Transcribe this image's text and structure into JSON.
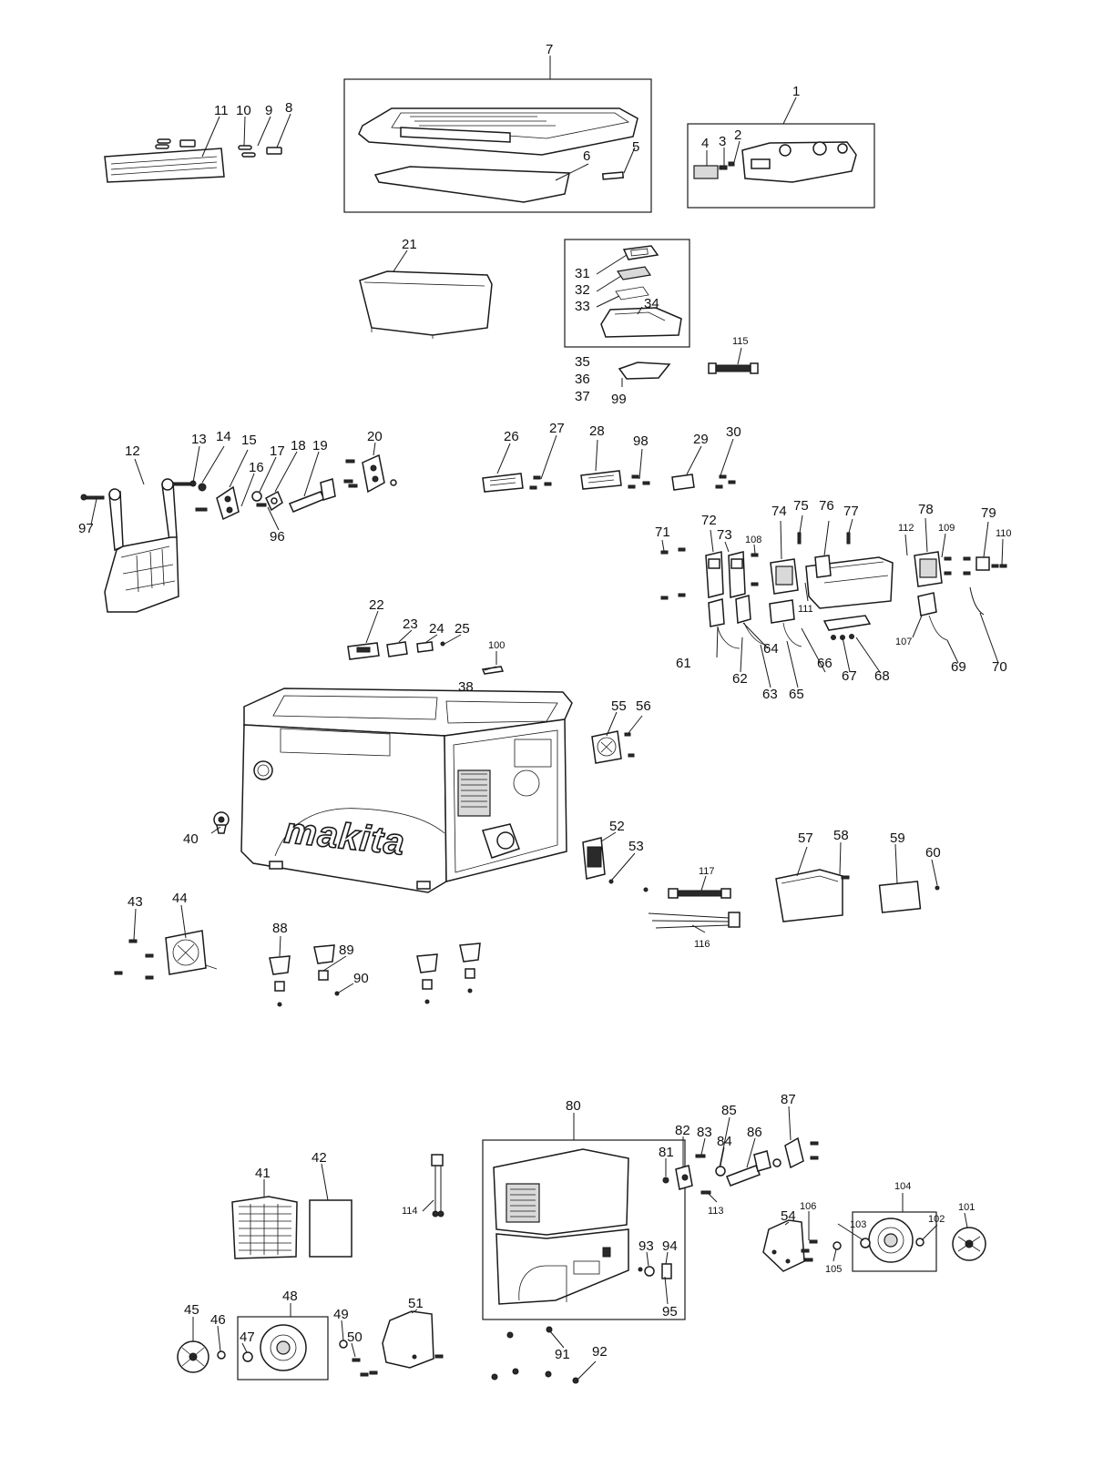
{
  "diagram": {
    "brand_logo": "makita",
    "part_numbers": [
      "1",
      "2",
      "3",
      "4",
      "5",
      "6",
      "7",
      "8",
      "9",
      "10",
      "11",
      "12",
      "13",
      "14",
      "15",
      "16",
      "17",
      "18",
      "19",
      "20",
      "21",
      "22",
      "23",
      "24",
      "25",
      "26",
      "27",
      "28",
      "29",
      "30",
      "31",
      "32",
      "33",
      "34",
      "35",
      "36",
      "37",
      "38",
      "40",
      "41",
      "42",
      "43",
      "44",
      "45",
      "46",
      "47",
      "48",
      "49",
      "50",
      "51",
      "52",
      "53",
      "54",
      "55",
      "56",
      "57",
      "58",
      "59",
      "60",
      "61",
      "62",
      "63",
      "64",
      "65",
      "66",
      "67",
      "68",
      "69",
      "70",
      "71",
      "72",
      "73",
      "74",
      "75",
      "76",
      "77",
      "78",
      "79",
      "80",
      "81",
      "82",
      "83",
      "84",
      "85",
      "86",
      "87",
      "88",
      "89",
      "90",
      "91",
      "92",
      "93",
      "94",
      "95",
      "96",
      "97",
      "98",
      "99",
      "100",
      "101",
      "102",
      "103",
      "104",
      "105",
      "106",
      "107",
      "108",
      "109",
      "110",
      "111",
      "112",
      "113",
      "114",
      "115",
      "116",
      "117"
    ]
  }
}
